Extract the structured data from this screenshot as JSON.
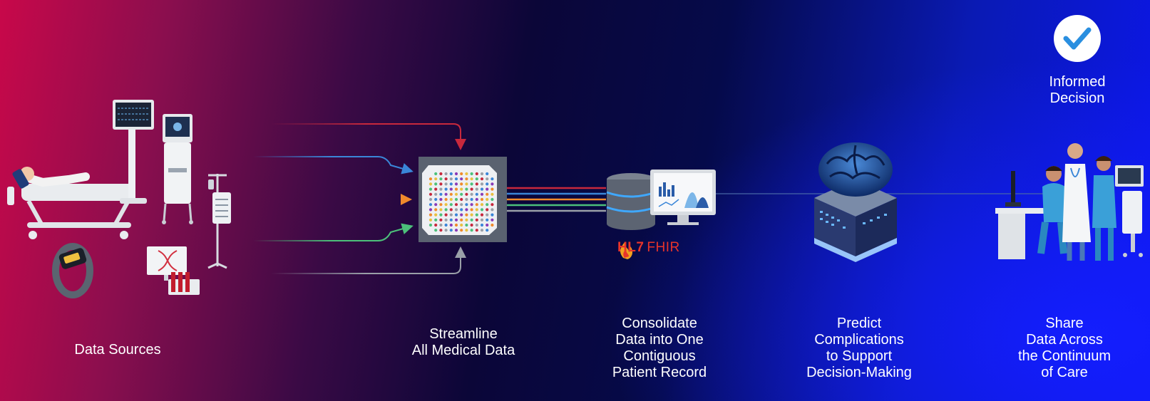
{
  "stages": {
    "data_sources": "Data Sources",
    "streamline": "Streamline\nAll Medical Data",
    "consolidate": "Consolidate\nData into One\nContiguous\nPatient Record",
    "predict": "Predict\nComplications\nto Support\nDecision-Making",
    "share": "Share\nData Across\nthe Continuum\nof Care"
  },
  "decision": {
    "label": "Informed\nDecision"
  },
  "fhir_logo": {
    "hl7": "HL7",
    "fhir": "FHIR"
  },
  "colors": {
    "arrow_red": "#c8283c",
    "arrow_blue": "#3a86d8",
    "arrow_orange": "#f08a2c",
    "arrow_green": "#4cc07a",
    "arrow_gray": "#9aa0a8",
    "check_blue": "#2a8fe0"
  }
}
